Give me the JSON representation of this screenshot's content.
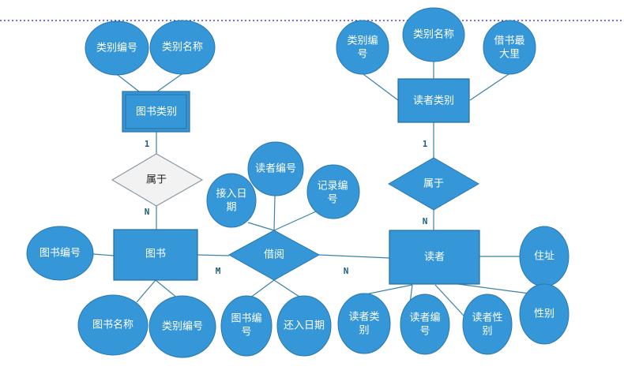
{
  "entities": {
    "book_category": "图书类别",
    "book": "图书",
    "reader_category": "读者类别",
    "reader": "读者"
  },
  "relationships": {
    "book_belongs": "属于",
    "borrow": "借阅",
    "reader_belongs": "属于"
  },
  "attributes": {
    "book_category": [
      "类别编号",
      "类别名称"
    ],
    "book": [
      "图书编号",
      "图书名称",
      "类别编号"
    ],
    "borrow": {
      "borrow_date": [
        "接入日",
        "期"
      ],
      "reader_id": "读者编号",
      "record_id": [
        "记录编",
        "号"
      ],
      "book_id": [
        "图书编",
        "号"
      ],
      "return_date": "还入日期"
    },
    "reader_category": {
      "category_id": [
        "类别编",
        "号"
      ],
      "category_name": "类别名称",
      "max_borrow": [
        "借书最",
        "大里"
      ]
    },
    "reader": {
      "address": "住址",
      "gender": "性别",
      "reader_category": [
        "读者类",
        "别"
      ],
      "reader_id": [
        "读者编",
        "号"
      ],
      "reader_gender": [
        "读者性",
        "别"
      ]
    }
  },
  "cardinality": {
    "book_category_side": "1",
    "book_side_belongs": "N",
    "book_side_borrow": "M",
    "reader_side_borrow": "N",
    "reader_category_side": "1",
    "reader_side_belongs": "N"
  },
  "colors": {
    "fill": "#3597d8",
    "line": "#3a82a8",
    "guide": "#0000ff"
  }
}
